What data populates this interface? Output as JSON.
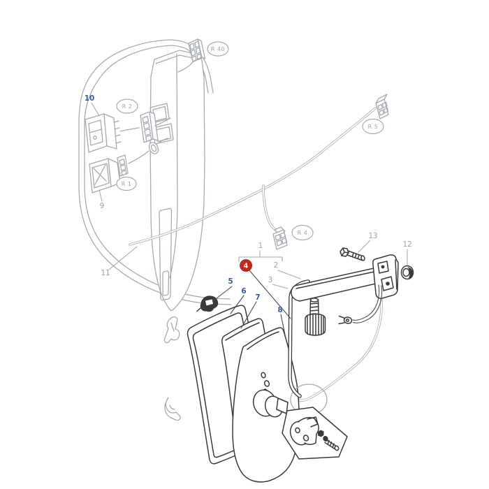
{
  "diagram": {
    "description": "Exploded parts diagram of a powered rear-view mirror assembly with cab door wiring",
    "colors": {
      "highlight_red": "#c5271d",
      "link_blue": "#3a57a8",
      "label_gray": "#9ea3a9",
      "line_dark": "#3a3a3a",
      "line_light": "#a6abb2",
      "background": "#ffffff"
    },
    "labels": {
      "part_1": "1",
      "part_2": "2",
      "part_3": "3",
      "part_4": "4",
      "part_5": "5",
      "part_6": "6",
      "part_7": "7",
      "part_8": "8",
      "part_9": "9",
      "part_10": "10",
      "part_11": "11",
      "part_12": "12",
      "part_13": "13"
    },
    "ref_labels": {
      "r40": "R 40",
      "r2": "R 2",
      "r1": "R 1",
      "r5": "R 5",
      "r4": "R 4"
    },
    "highlighted_part": "4"
  }
}
